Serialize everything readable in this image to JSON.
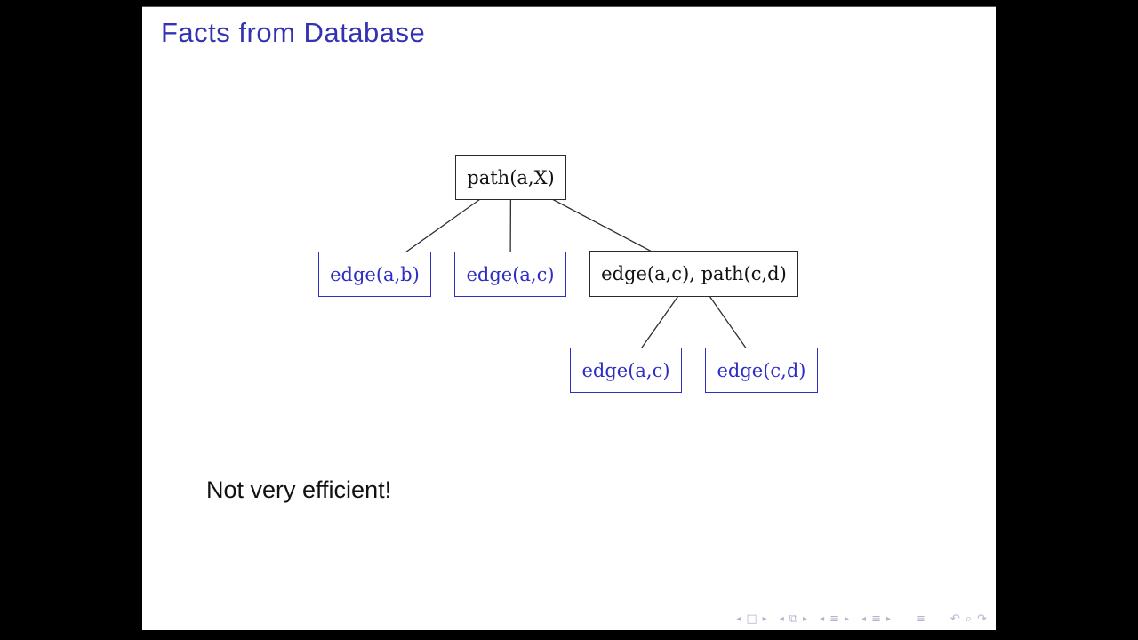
{
  "slide": {
    "title": "Facts from Database",
    "note": "Not very efficient!"
  },
  "tree": {
    "root": {
      "label": "path(a,X)",
      "style": "black"
    },
    "children": [
      {
        "label": "edge(a,b)",
        "style": "blue"
      },
      {
        "label": "edge(a,c)",
        "style": "blue"
      },
      {
        "label": "edge(a,c), path(c,d)",
        "style": "black"
      }
    ],
    "grandchildren": [
      {
        "label": "edge(a,c)",
        "style": "blue"
      },
      {
        "label": "edge(c,d)",
        "style": "blue"
      }
    ]
  },
  "colors": {
    "title_blue": "#3333b2",
    "node_blue": "#2e2ec4",
    "node_black": "#2a2a2a",
    "line": "#2f2f2f",
    "nav_gray": "#b3b3cf",
    "background": "#000000",
    "slide_background": "#ffffff"
  },
  "nav": {
    "items": [
      {
        "name": "prev-slide",
        "glyph": "◂"
      },
      {
        "name": "slide",
        "glyph": "□"
      },
      {
        "name": "next-slide",
        "glyph": "▸"
      },
      {
        "name": "prev-frame",
        "glyph": "◂"
      },
      {
        "name": "frame",
        "glyph": "⧉"
      },
      {
        "name": "next-frame",
        "glyph": "▸"
      },
      {
        "name": "prev-subsection",
        "glyph": "◂"
      },
      {
        "name": "subsection",
        "glyph": "≡"
      },
      {
        "name": "next-subsection",
        "glyph": "▸"
      },
      {
        "name": "prev-section",
        "glyph": "◂"
      },
      {
        "name": "section",
        "glyph": "≡"
      },
      {
        "name": "next-section",
        "glyph": "▸"
      },
      {
        "name": "appendix",
        "glyph": "≡"
      },
      {
        "name": "back",
        "glyph": "↶"
      },
      {
        "name": "search",
        "glyph": "⌕"
      },
      {
        "name": "forward",
        "glyph": "↷"
      }
    ]
  }
}
